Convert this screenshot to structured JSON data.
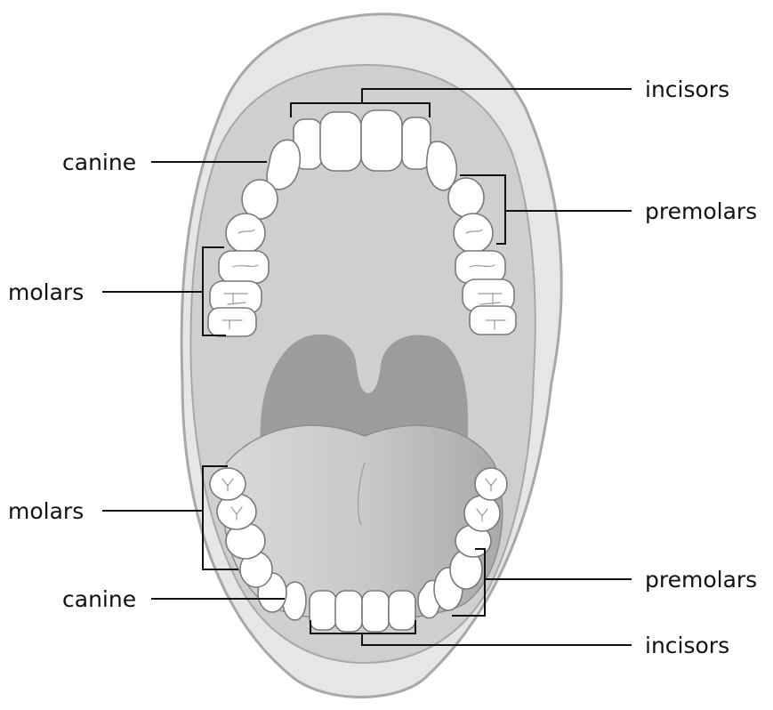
{
  "labels": {
    "upper_incisors": "incisors",
    "upper_canine": "canine",
    "upper_premolars": "premolars",
    "upper_molars": "molars",
    "lower_molars": "molars",
    "lower_canine": "canine",
    "lower_premolars": "premolars",
    "lower_incisors": "incisors"
  },
  "colors": {
    "lips": "#e6e6e6",
    "lip_outline": "#a8a8a8",
    "mouth_interior": "#cfcfcf",
    "throat": "#9c9c9c",
    "tongue": "#c4c4c4",
    "tooth": "#ffffff",
    "line": "#111111"
  }
}
